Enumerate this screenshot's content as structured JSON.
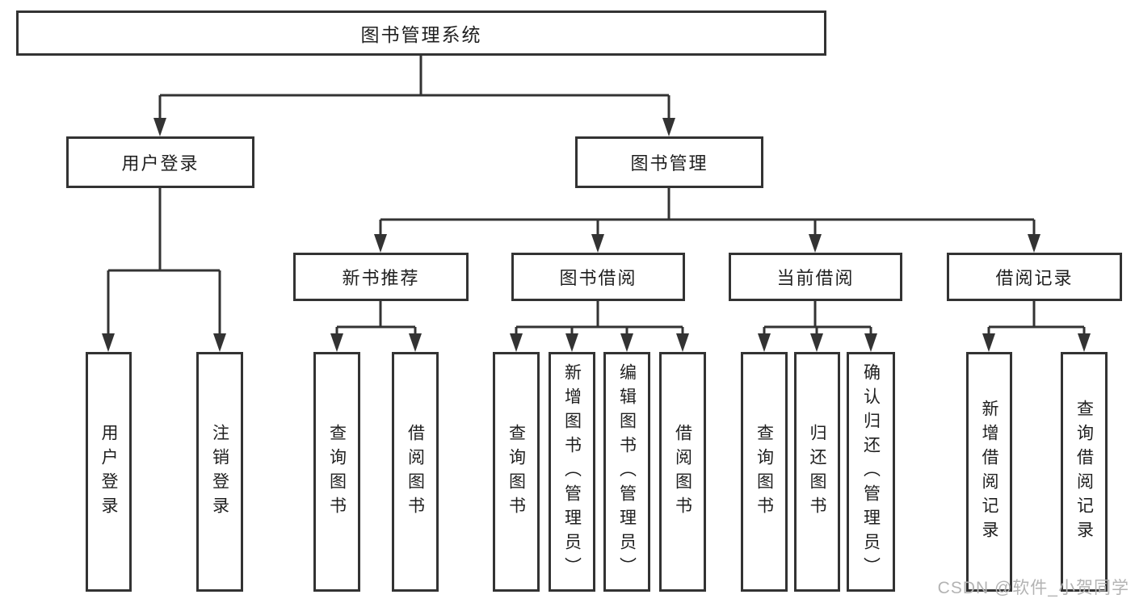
{
  "tree": {
    "type": "functional-structure-diagram",
    "root": {
      "label": "图书管理系统"
    },
    "branches": [
      {
        "label": "用户登录",
        "children": [
          {
            "label": "用户登录"
          },
          {
            "label": "注销登录"
          }
        ]
      },
      {
        "label": "图书管理",
        "children": [
          {
            "label": "新书推荐",
            "children": [
              {
                "label": "查询图书"
              },
              {
                "label": "借阅图书"
              }
            ]
          },
          {
            "label": "图书借阅",
            "children": [
              {
                "label": "查询图书"
              },
              {
                "label": "新增图书（管理员）"
              },
              {
                "label": "编辑图书（管理员）"
              },
              {
                "label": "借阅图书"
              }
            ]
          },
          {
            "label": "当前借阅",
            "children": [
              {
                "label": "查询图书"
              },
              {
                "label": "归还图书"
              },
              {
                "label": "确认归还（管理员）"
              }
            ]
          },
          {
            "label": "借阅记录",
            "children": [
              {
                "label": "新增借阅记录"
              },
              {
                "label": "查询借阅记录"
              }
            ]
          }
        ]
      }
    ]
  },
  "watermark": {
    "text": "CSDN @软件_小贺同学"
  },
  "colors": {
    "line": "#333333",
    "box_border": "#333333",
    "text": "#1f1f1f",
    "background": "#ffffff",
    "watermark": "#b3b3b3"
  }
}
